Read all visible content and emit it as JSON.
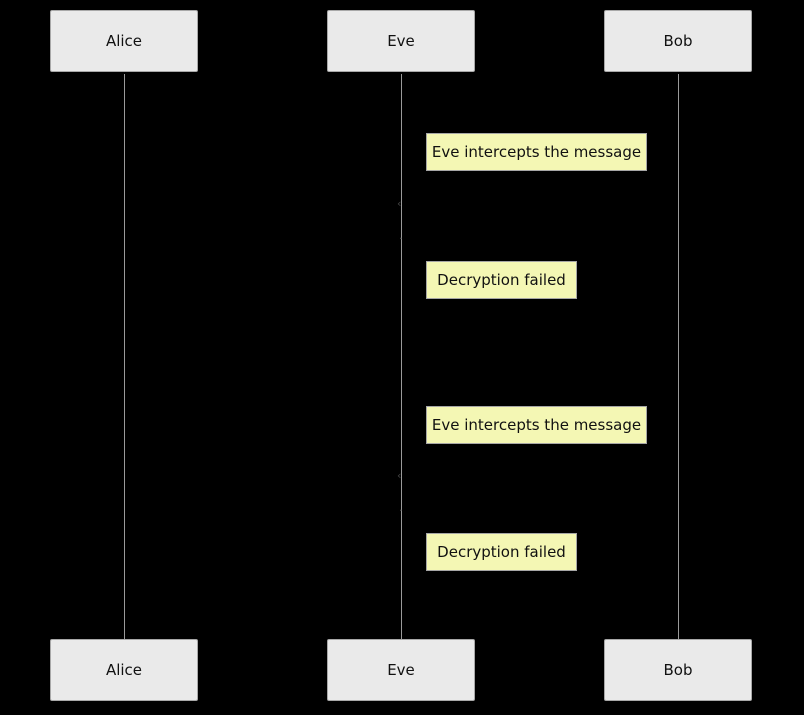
{
  "diagram": {
    "type": "sequence",
    "actors": [
      "Alice",
      "Eve",
      "Bob"
    ],
    "notes": [
      {
        "over": "Eve",
        "text": "Eve intercepts the message"
      },
      {
        "over": "Eve",
        "text": "Decryption failed"
      },
      {
        "over": "Eve",
        "text": "Eve intercepts the message"
      },
      {
        "over": "Eve",
        "text": "Decryption failed"
      }
    ]
  },
  "colors": {
    "background": "#000000",
    "actor_fill": "#eaeaea",
    "note_fill": "#f4f7b4",
    "lifeline": "#9a9a9a"
  }
}
